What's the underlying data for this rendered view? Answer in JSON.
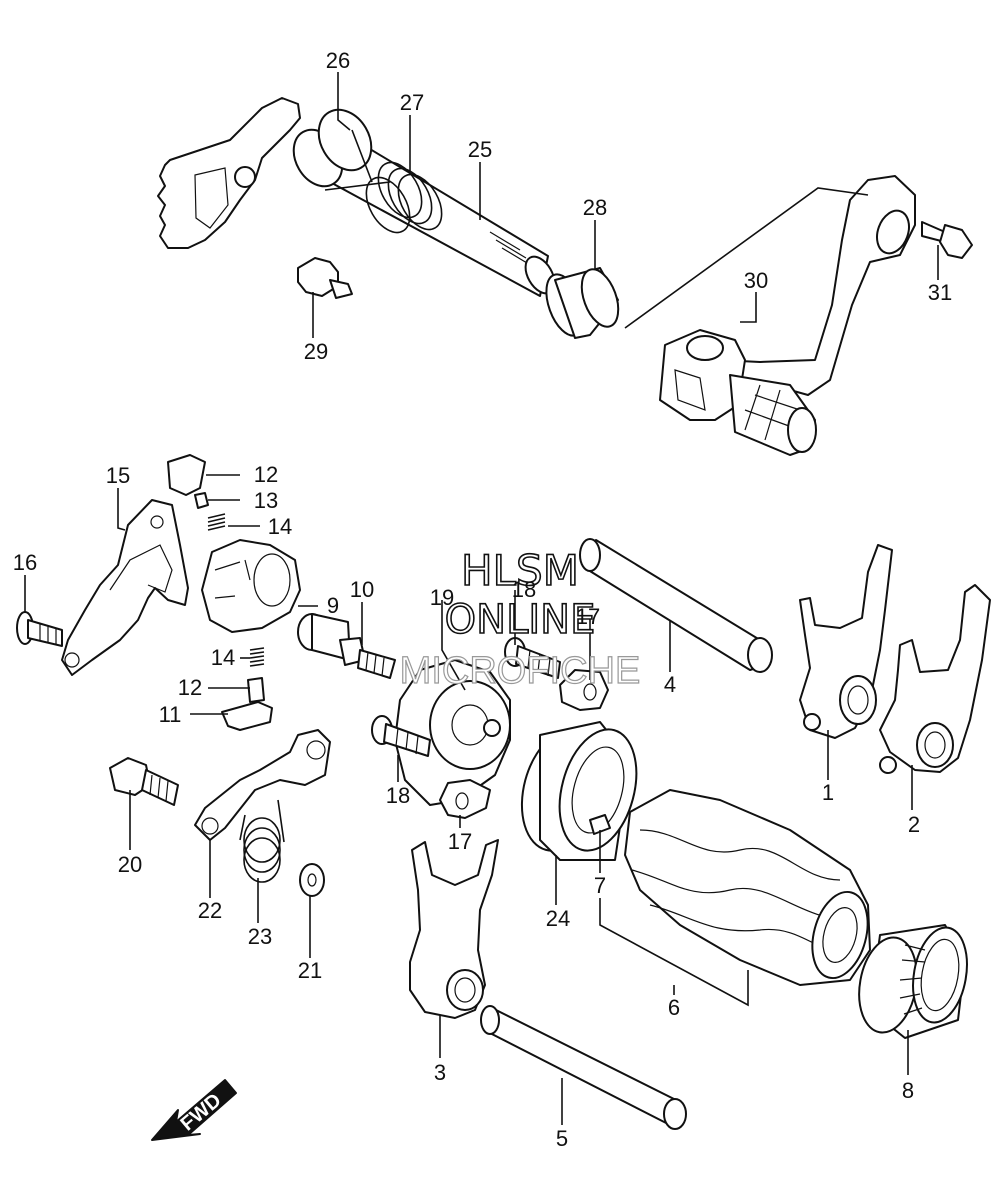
{
  "watermark": {
    "line1": "HLSM",
    "line2": "ONLINE",
    "line3": "MICROFICHE"
  },
  "fwd_label": "FWD",
  "callouts": {
    "c1": "1",
    "c2": "2",
    "c3": "3",
    "c4": "4",
    "c5": "5",
    "c6": "6",
    "c7": "7",
    "c8": "8",
    "c9": "9",
    "c10": "10",
    "c11": "11",
    "c12a": "12",
    "c12b": "12",
    "c13": "13",
    "c14a": "14",
    "c14b": "14",
    "c15": "15",
    "c16": "16",
    "c17a": "17",
    "c17b": "17",
    "c18a": "18",
    "c18b": "18",
    "c19": "19",
    "c20": "20",
    "c21": "21",
    "c22": "22",
    "c23": "23",
    "c24": "24",
    "c25": "25",
    "c26": "26",
    "c27": "27",
    "c28": "28",
    "c29": "29",
    "c30": "30",
    "c31": "31"
  }
}
